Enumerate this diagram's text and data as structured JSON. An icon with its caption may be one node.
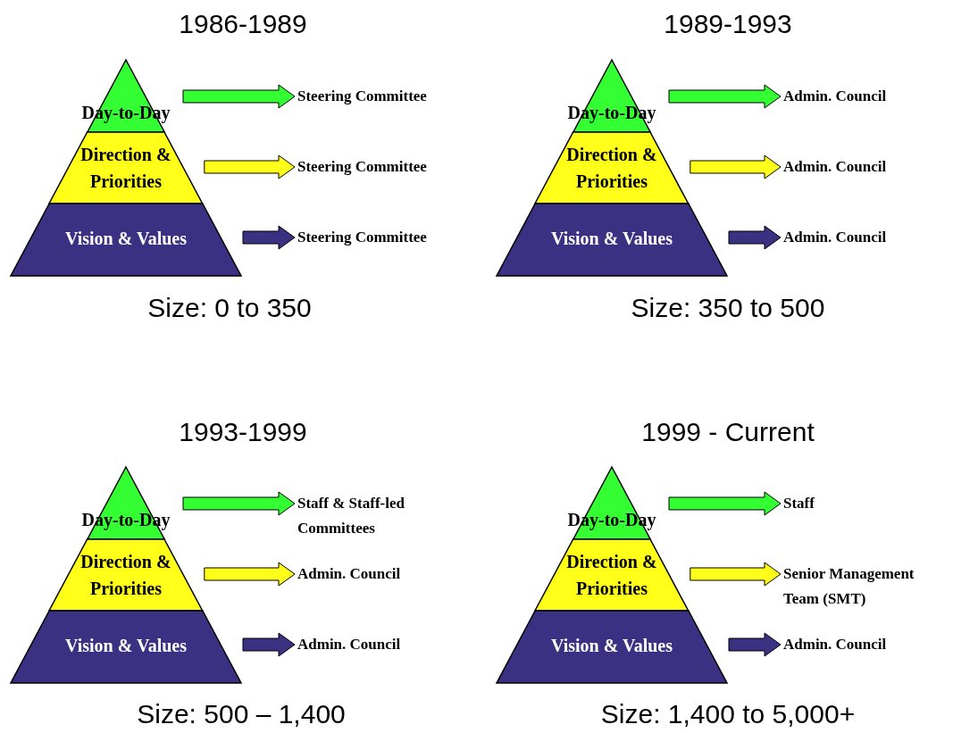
{
  "diagram": {
    "nodes": [
      {
        "text": [
          "Day-to-Day"
        ]
      },
      {
        "text": [
          "Direction & Priorities"
        ]
      },
      {
        "text": [
          "Vision & Values"
        ]
      },
      {
        "text": [
          "Steering Committee"
        ]
      },
      {
        "text": [
          "Steering Committee"
        ]
      },
      {
        "text": [
          "Steering Committee"
        ]
      },
      {
        "text": [
          "Day-to-Day"
        ]
      },
      {
        "text": [
          "Direction & Priorities"
        ]
      },
      {
        "text": [
          "Vision & Values"
        ]
      },
      {
        "text": [
          "Admin. Council"
        ]
      },
      {
        "text": [
          "Admin. Council"
        ]
      },
      {
        "text": [
          "Admin. Council"
        ]
      },
      {
        "text": [
          "Day-to-Day"
        ]
      },
      {
        "text": [
          "Direction & Priorities"
        ]
      },
      {
        "text": [
          "Vision & Values"
        ]
      },
      {
        "text": [
          "Staff & Staff-led Committees"
        ]
      },
      {
        "text": [
          "Admin. Council"
        ]
      },
      {
        "text": [
          "Admin. Council"
        ]
      },
      {
        "text": [
          "Day-to-Day"
        ]
      },
      {
        "text": [
          "Direction & Priorities"
        ]
      },
      {
        "text": [
          "Vision & Values"
        ]
      },
      {
        "text": [
          "Staff"
        ]
      },
      {
        "text": [
          "Senior Management Team (SMT)"
        ]
      },
      {
        "text": [
          "Admin. Council"
        ]
      }
    ],
    "edges": [
      {
        "from": 0,
        "to": 3,
        "arrow": "to",
        "color": "#33ff33"
      },
      {
        "from": 1,
        "to": 4,
        "arrow": "to",
        "color": "#ffff19"
      },
      {
        "from": 2,
        "to": 5,
        "arrow": "to",
        "color": "#3b3183"
      },
      {
        "from": 6,
        "to": 9,
        "arrow": "to",
        "color": "#33ff33"
      },
      {
        "from": 7,
        "to": 10,
        "arrow": "to",
        "color": "#ffff19"
      },
      {
        "from": 8,
        "to": 11,
        "arrow": "to",
        "color": "#3b3183"
      },
      {
        "from": 12,
        "to": 15,
        "arrow": "to",
        "color": "#33ff33"
      },
      {
        "from": 13,
        "to": 16,
        "arrow": "to",
        "color": "#ffff19"
      },
      {
        "from": 14,
        "to": 17,
        "arrow": "to",
        "color": "#3b3183"
      },
      {
        "from": 18,
        "to": 21,
        "arrow": "to",
        "color": "#33ff33"
      },
      {
        "from": 19,
        "to": 22,
        "arrow": "to",
        "color": "#ffff19"
      },
      {
        "from": 20,
        "to": 23,
        "arrow": "to",
        "color": "#3b3183"
      }
    ],
    "labels": [
      "1986-1989",
      "1989-1993",
      "Size: 0 to 350",
      "Size: 350 to 500",
      "1993-1999",
      "1999 - Current",
      "Size: 500 – 1,400",
      "Size: 1,400 to 5,000+"
    ]
  }
}
